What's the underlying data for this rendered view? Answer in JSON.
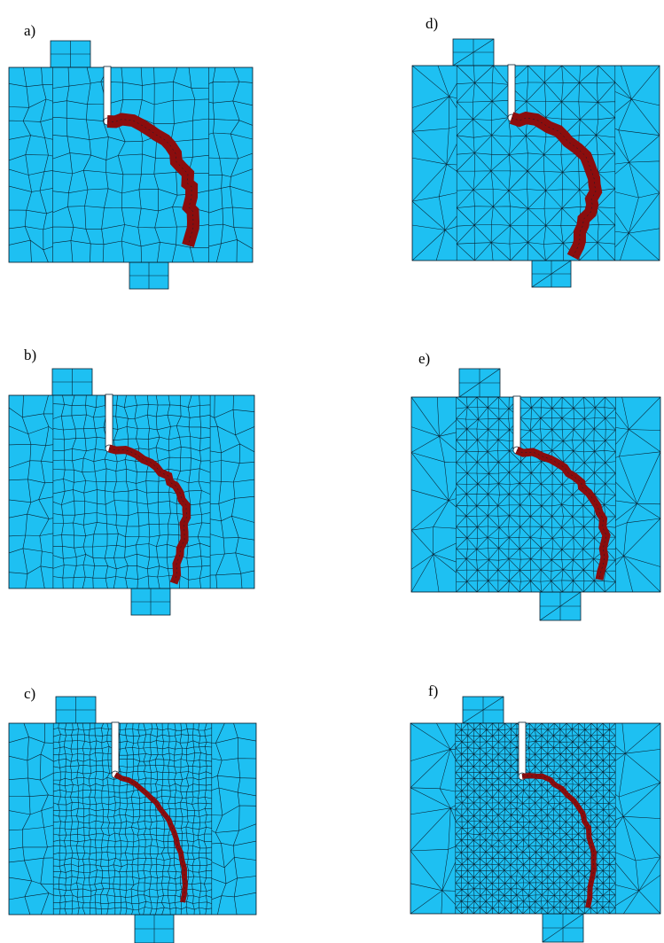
{
  "panels": [
    {
      "label": "a)",
      "mesh": "quad",
      "density": "coarse"
    },
    {
      "label": "b)",
      "mesh": "quad",
      "density": "medium"
    },
    {
      "label": "c)",
      "mesh": "quad",
      "density": "fine"
    },
    {
      "label": "d)",
      "mesh": "tri",
      "density": "coarse"
    },
    {
      "label": "e)",
      "mesh": "tri",
      "density": "medium"
    },
    {
      "label": "f)",
      "mesh": "tri",
      "density": "fine"
    }
  ],
  "colors": {
    "body": "#1ec0f2",
    "crack": "#8b0d0d",
    "mesh_line": "#0a2030",
    "notch": "#ffffff",
    "background": "#ffffff"
  }
}
